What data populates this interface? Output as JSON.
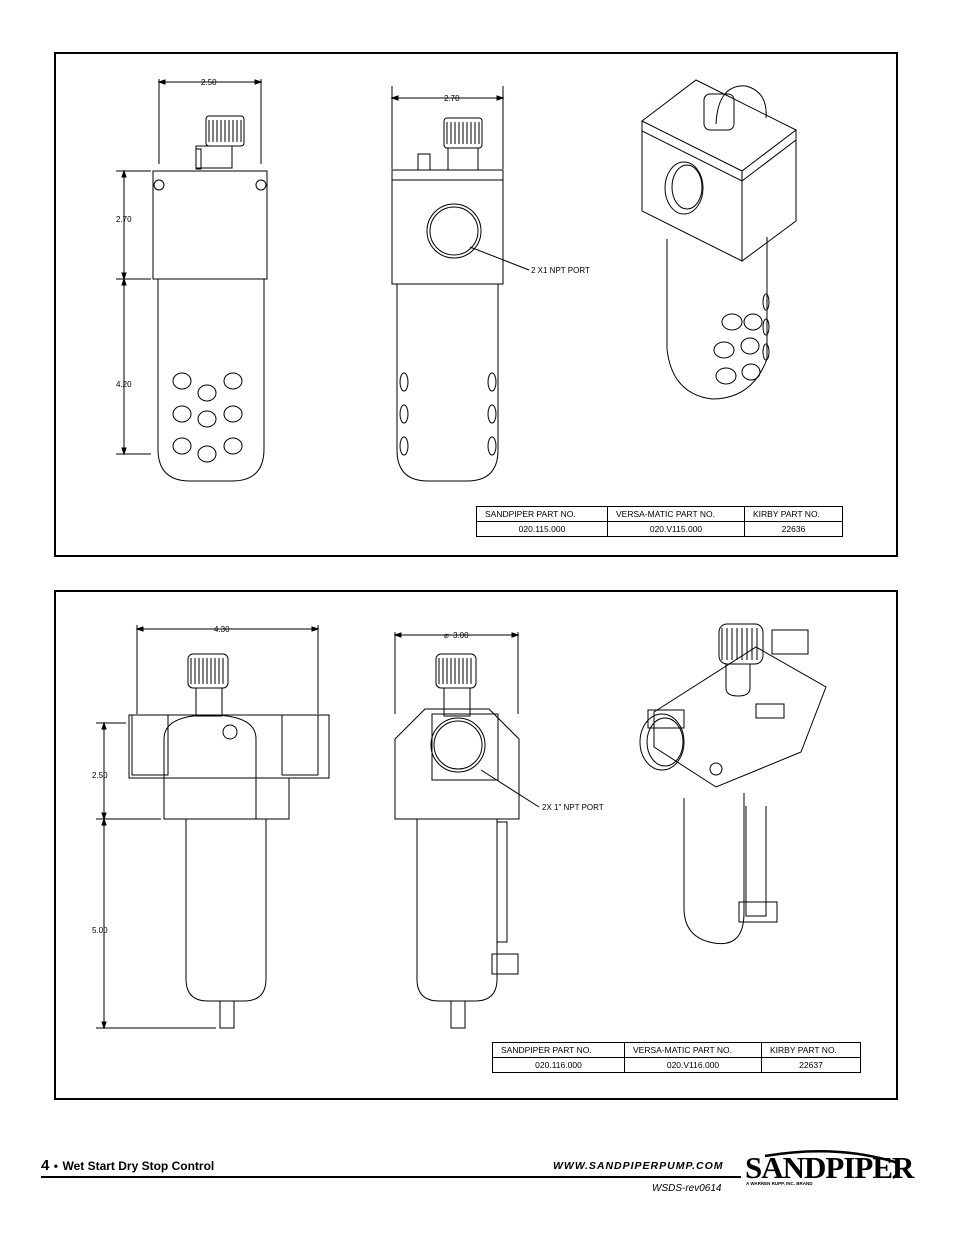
{
  "top_drawing": {
    "dim_width_front": "2.50",
    "dim_width_side": "2.70",
    "dim_height_head": "2.70",
    "dim_height_bowl": "4.20",
    "port_callout": "2 X1 NPT PORT",
    "parts_table": {
      "headers": [
        "SANDPIPER PART NO.",
        "VERSA-MATIC PART NO.",
        "KIRBY PART NO."
      ],
      "values": [
        "020.115.000",
        "020.V115.000",
        "22636"
      ]
    }
  },
  "bottom_drawing": {
    "dim_width_front": "4.30",
    "dim_diameter": "3.00",
    "diameter_symbol": "⌀",
    "dim_height_head": "2.50",
    "dim_height_bowl": "5.00",
    "port_callout": "2X 1\" NPT PORT",
    "parts_table": {
      "headers": [
        "SANDPIPER PART NO.",
        "VERSA-MATIC PART NO.",
        "KIRBY PART NO."
      ],
      "values": [
        "020.116.000",
        "020.V116.000",
        "22637"
      ]
    }
  },
  "footer": {
    "page_number": "4",
    "bullet": "•",
    "title": "Wet Start Dry Stop Control",
    "url": "WWW.SANDPIPERPUMP.COM",
    "revision": "WSDS-rev0614",
    "logo_text": "SANDPIPER",
    "logo_tagline": "A WARREN RUPP, INC. BRAND"
  }
}
